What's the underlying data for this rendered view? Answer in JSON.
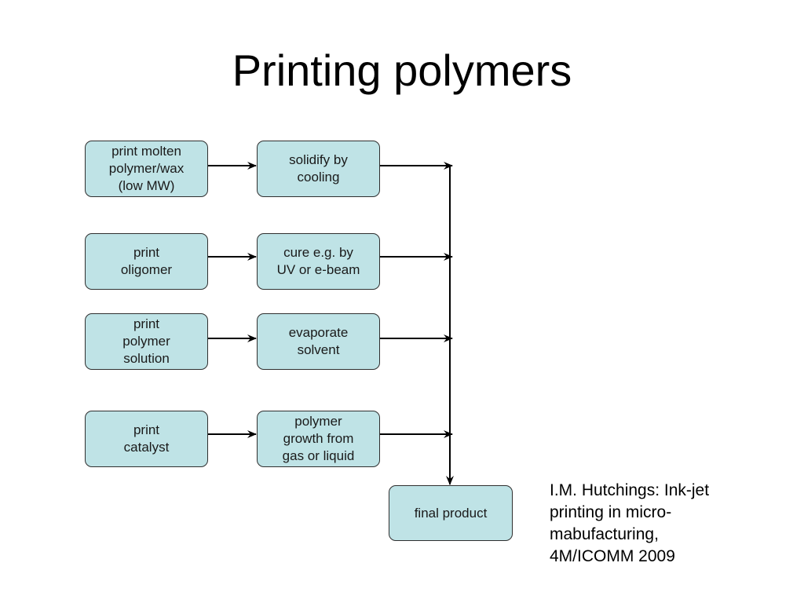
{
  "slide": {
    "title": "Printing polymers"
  },
  "diagram": {
    "rows": [
      {
        "process": "print molten\npolymer/wax\n(low MW)",
        "result": "solidify by\ncooling"
      },
      {
        "process": "print\noligomer",
        "result": "cure e.g. by\nUV or e-beam"
      },
      {
        "process": "print\npolymer\nsolution",
        "result": "evaporate\nsolvent"
      },
      {
        "process": "print\ncatalyst",
        "result": "polymer\ngrowth from\ngas or liquid"
      }
    ],
    "final": "final product"
  },
  "citation": {
    "text": "I.M. Hutchings: Ink-jet\nprinting in micro-\nmabufacturing,\n4M/ICOMM 2009"
  },
  "colors": {
    "box_fill": "#bfe3e6",
    "box_border": "#2f2f2f",
    "arrow": "#000000"
  }
}
